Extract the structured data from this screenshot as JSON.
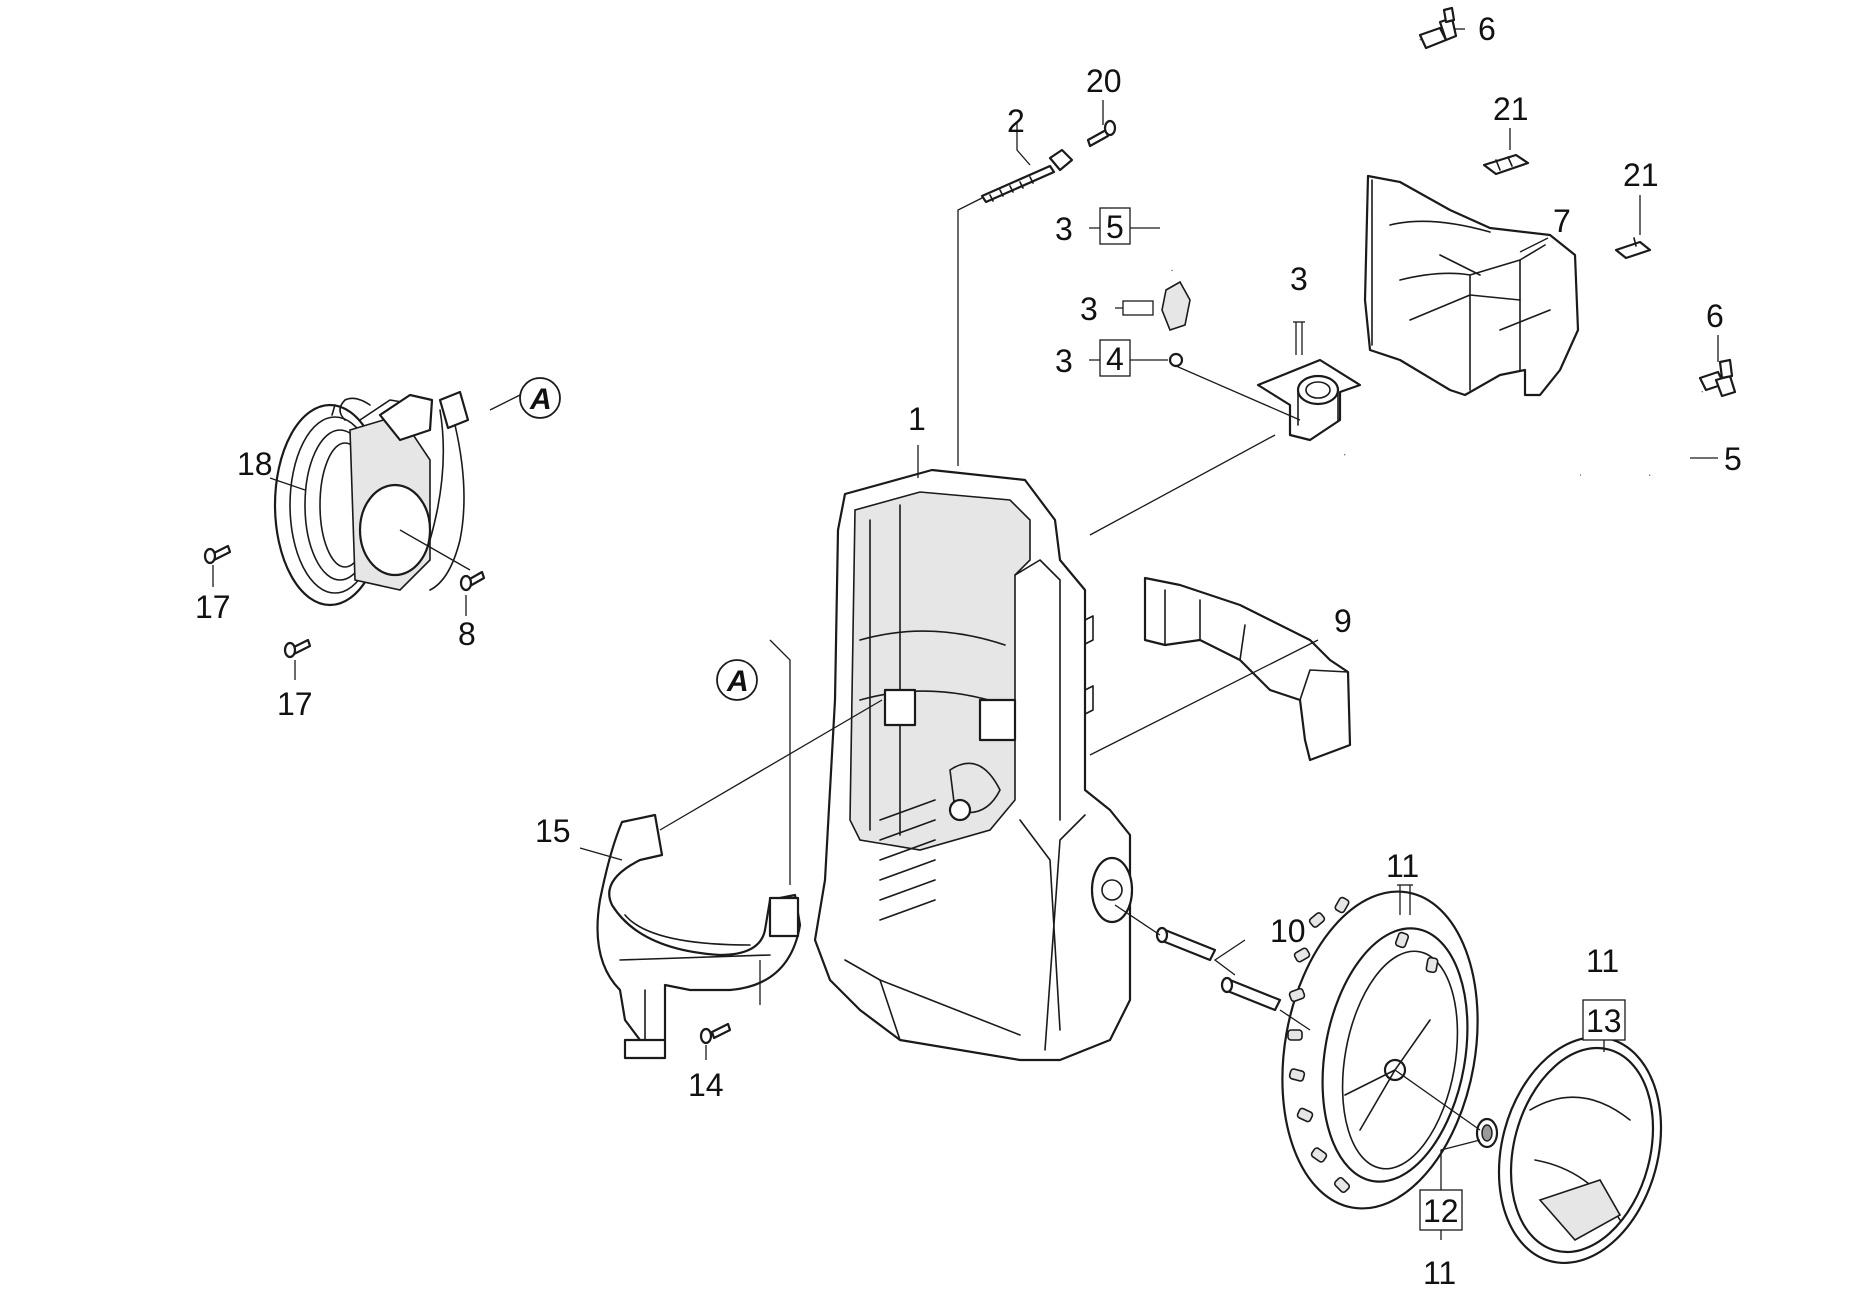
{
  "labels": {
    "l1": "1",
    "l2": "2",
    "l3a": "3",
    "l5a": "5",
    "l3b": "3",
    "l3c": "3",
    "l4": "4",
    "l3d": "3",
    "l5b": "5",
    "l6a": "6",
    "l6b": "6",
    "l7": "7",
    "l8": "8",
    "l9": "9",
    "l10": "10",
    "l11a": "11",
    "l11b": "11",
    "l11c": "11",
    "l12": "12",
    "l13": "13",
    "l14": "14",
    "l15": "15",
    "l17a": "17",
    "l17b": "17",
    "l18": "18",
    "l20": "20",
    "l21a": "21",
    "l21b": "21"
  },
  "callouts": {
    "a1": "A",
    "a2": "A"
  }
}
